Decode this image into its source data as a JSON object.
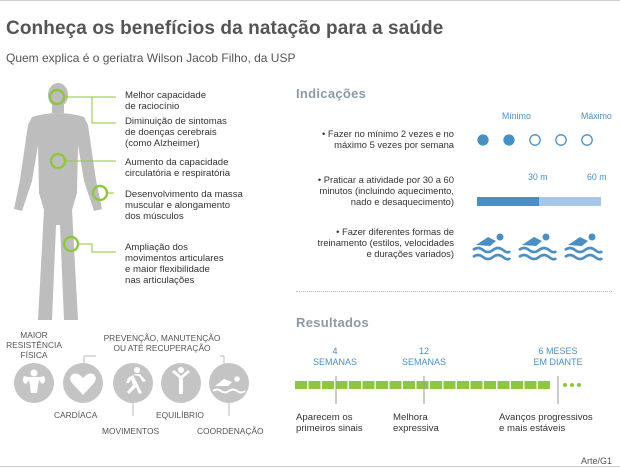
{
  "header": {
    "title": "Conheça os benefícios da natação para a saúde",
    "subtitle": "Quem explica é o geriatra Wilson Jacob Filho, da USP"
  },
  "body_benefits": [
    "Melhor capacidade\nde raciocínio",
    "Diminuição de sintomas\nde doenças cerebrais\n(como Alzheimer)",
    "Aumento da capacidade\ncirculatória e respiratória",
    "Desenvolvimento da massa\nmuscular e alongamento\ndos músculos",
    "Ampliação dos\nmovimentos articulares\ne maior flexibilidade\nnas articulações"
  ],
  "prevention": {
    "left_label": "MAIOR\nRESISTÊNCIA\nFÍSICA",
    "group_label": "PREVENÇÃO, MANUTENÇÃO\nOU ATÉ RECUPERAÇÃO",
    "labels": [
      "CARDÍACA",
      "MOVIMENTOS",
      "EQUILÍBRIO",
      "COORDENAÇÃO"
    ]
  },
  "indications": {
    "title": "Indicações",
    "frequency": {
      "text": "• Fazer no mínimo 2 vezes e no\nmáximo 5 vezes por semana",
      "min_label": "Mínimo",
      "max_label": "Máximo",
      "total": 5,
      "filled": 2
    },
    "duration": {
      "text": "• Praticar a atividade por 30 a 60\nminutos (incluindo aquecimento,\nnado e desaquecimento)",
      "mark1": "30 m",
      "mark2": "60 m"
    },
    "variety": {
      "text": "• Fazer diferentes formas de\ntreinamento (estilos, velocidades\ne durações variados)"
    }
  },
  "results": {
    "title": "Resultados",
    "milestones": [
      {
        "label": "4\nSEMANAS",
        "text": "Aparecem os\nprimeiros sinais"
      },
      {
        "label": "12\nSEMANAS",
        "text": "Melhora\nexpressiva"
      },
      {
        "label": "6 MESES\nEM DIANTE",
        "text": "Avanços progressivos\ne mais estáveis"
      }
    ]
  },
  "credit": "Arte/G1",
  "colors": {
    "green": "#8dc63f",
    "blue": "#4a8fc4",
    "light_blue": "#a7c7e7",
    "gray_figure": "#bdbdbd"
  }
}
